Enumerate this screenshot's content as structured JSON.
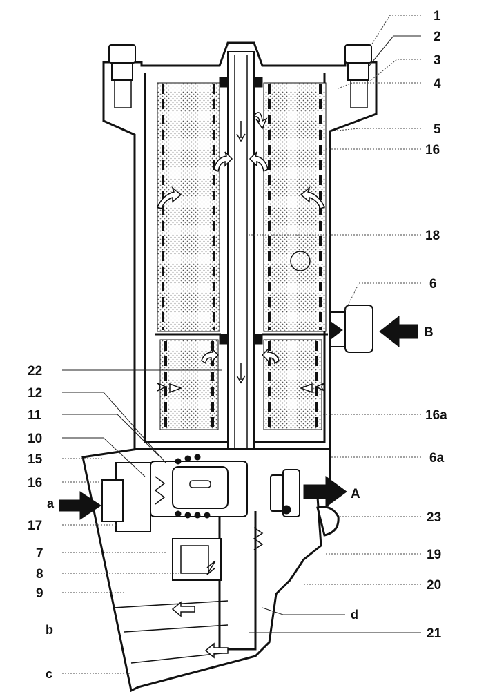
{
  "diagram": {
    "labels": {
      "n1": "1",
      "n2": "2",
      "n3": "3",
      "n4": "4",
      "n5": "5",
      "n16": "16",
      "n18": "18",
      "n6": "6",
      "B": "B",
      "n16a": "16a",
      "n6a": "6a",
      "A": "A",
      "n23": "23",
      "n19": "19",
      "n20": "20",
      "d": "d",
      "n21": "21",
      "n22": "22",
      "n12": "12",
      "n11": "11",
      "n10": "10",
      "n15": "15",
      "n16l": "16",
      "a": "a",
      "n17": "17",
      "n7": "7",
      "n8": "8",
      "n9": "9",
      "b": "b",
      "c": "c"
    }
  }
}
